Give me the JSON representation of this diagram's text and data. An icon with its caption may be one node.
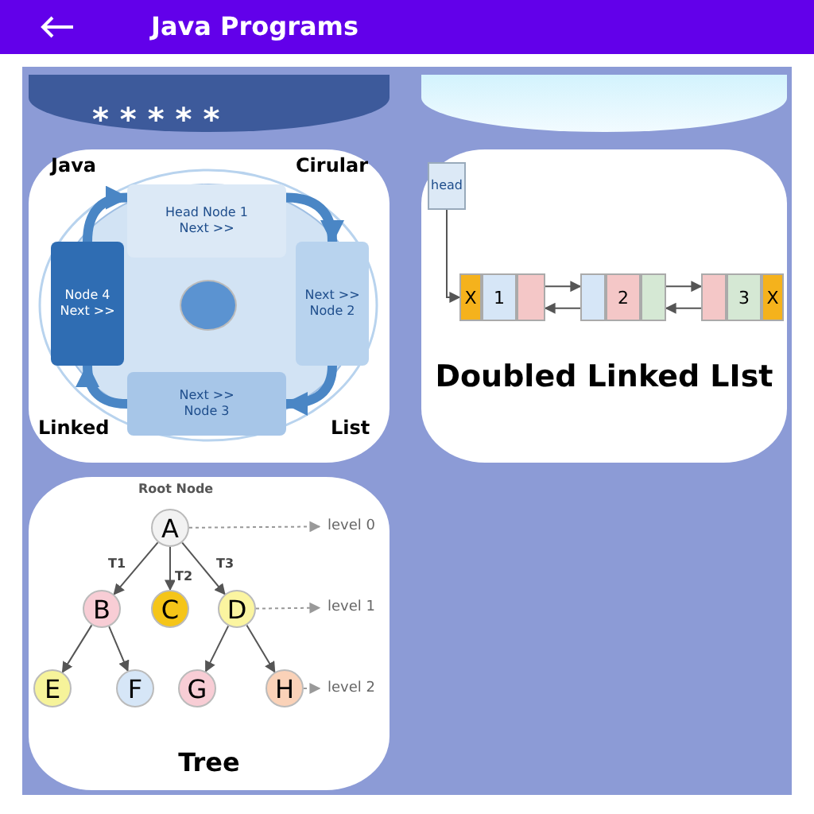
{
  "diagram": {
    "title": "Java Programs",
    "nodes": [
      {
        "text": [
          "* * * * *"
        ]
      },
      {
        "text": [],
        "shape": "box"
      },
      {
        "text": [
          "Java",
          "Cirular",
          "Linked",
          "List"
        ]
      },
      {
        "text": [
          "Head Node 1",
          "Next >>"
        ],
        "in": 2
      },
      {
        "text": [
          "Next >>",
          "Node 2"
        ],
        "in": 2
      },
      {
        "text": [
          "Next >>",
          "Node 3"
        ],
        "in": 2
      },
      {
        "text": [
          "Node 4",
          "Next >>"
        ],
        "in": 2
      },
      {
        "text": [],
        "shape": "circle",
        "in": 2
      },
      {
        "text": [
          "Doubled Linked LIst"
        ]
      },
      {
        "text": [
          "head"
        ],
        "in": 8
      },
      {
        "text": [
          "X",
          "1"
        ],
        "in": 8
      },
      {
        "text": [
          "2"
        ],
        "in": 8
      },
      {
        "text": [
          "3",
          "X"
        ],
        "in": 8
      },
      {
        "text": [
          "Tree"
        ]
      },
      {
        "text": [
          "A"
        ],
        "beside": [
          "Root Node"
        ],
        "in": 13
      },
      {
        "text": [
          "level 0"
        ],
        "in": 13
      },
      {
        "text": [
          "B"
        ],
        "in": 13
      },
      {
        "text": [
          "C"
        ],
        "in": 13
      },
      {
        "text": [
          "D"
        ],
        "in": 13
      },
      {
        "text": [
          "level 1"
        ],
        "in": 13
      },
      {
        "text": [
          "E"
        ],
        "in": 13
      },
      {
        "text": [
          "F"
        ],
        "in": 13
      },
      {
        "text": [
          "G"
        ],
        "in": 13
      },
      {
        "text": [
          "H"
        ],
        "in": 13
      },
      {
        "text": [
          "level 2"
        ],
        "in": 13
      }
    ],
    "edges": [
      {
        "from": 3,
        "to": 4,
        "arrow": "to",
        "style": "thick",
        "color": "#4a86c5"
      },
      {
        "from": 4,
        "to": 5,
        "arrow": "to",
        "style": "thick",
        "color": "#4a86c5"
      },
      {
        "from": 5,
        "to": 6,
        "arrow": "to",
        "style": "thick",
        "color": "#4a86c5"
      },
      {
        "from": 6,
        "to": 3,
        "arrow": "to",
        "style": "thick",
        "color": "#4a86c5"
      },
      {
        "from": 9,
        "to": 10,
        "arrow": "to"
      },
      {
        "from": 10,
        "to": 11,
        "arrow": "to"
      },
      {
        "from": 11,
        "to": 10,
        "arrow": "to"
      },
      {
        "from": 11,
        "to": 12,
        "arrow": "to"
      },
      {
        "from": 12,
        "to": 11,
        "arrow": "to"
      },
      {
        "from": 14,
        "to": 16,
        "arrow": "to",
        "label": "T1"
      },
      {
        "from": 14,
        "to": 17,
        "arrow": "to",
        "label": "T2"
      },
      {
        "from": 14,
        "to": 18,
        "arrow": "to",
        "label": "T3"
      },
      {
        "from": 14,
        "to": 15,
        "arrow": "to",
        "style": "dashed",
        "color": "#999999"
      },
      {
        "from": 16,
        "to": 20,
        "arrow": "to"
      },
      {
        "from": 16,
        "to": 21,
        "arrow": "to"
      },
      {
        "from": 18,
        "to": 22,
        "arrow": "to"
      },
      {
        "from": 18,
        "to": 23,
        "arrow": "to"
      },
      {
        "from": 18,
        "to": 19,
        "arrow": "to",
        "style": "dashed",
        "color": "#999999"
      },
      {
        "from": 23,
        "to": 24,
        "arrow": "to",
        "style": "dashed",
        "color": "#999999"
      }
    ]
  }
}
